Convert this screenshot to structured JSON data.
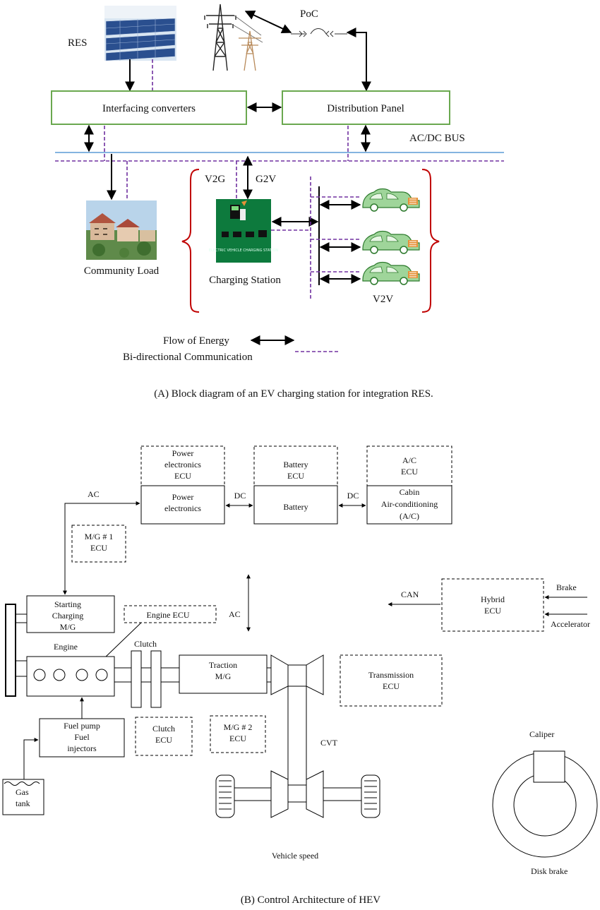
{
  "panel_a": {
    "labels": {
      "res": "RES",
      "poc": "PoC",
      "interfacing_converters": "Interfacing converters",
      "distribution_panel": "Distribution Panel",
      "acdc_bus": "AC/DC BUS",
      "v2g": "V2G",
      "g2v": "G2V",
      "community_load": "Community Load",
      "charging_station": "Charging Station",
      "v2v": "V2V",
      "station_sign": "ELECTRIC VEHICLE CHARGING STATION"
    },
    "legend": {
      "flow": "Flow of Energy",
      "comm": "Bi-directional Communication"
    },
    "caption": "(A) Block diagram of an EV charging station for integration RES."
  },
  "panel_b": {
    "labels": {
      "pe_ecu": [
        "Power",
        "electronics",
        "ECU"
      ],
      "battery_ecu": [
        "Battery",
        "ECU"
      ],
      "ac_ecu": [
        "A/C",
        "ECU"
      ],
      "power_electronics": [
        "Power",
        "electronics"
      ],
      "battery": "Battery",
      "cabin": [
        "Cabin",
        "Air-conditioning",
        "(A/C)"
      ],
      "ac_top": "AC",
      "dc1": "DC",
      "dc2": "DC",
      "mg1_ecu": [
        "M/G # 1",
        "ECU"
      ],
      "starting": [
        "Starting",
        "Charging",
        "M/G"
      ],
      "engine_ecu": "Engine ECU",
      "ac_mid": "AC",
      "can": "CAN",
      "hybrid_ecu": [
        "Hybrid",
        "ECU"
      ],
      "brake": "Brake",
      "accelerator": "Accelerator",
      "engine": "Engine",
      "clutch": "Clutch",
      "traction": [
        "Traction",
        "M/G"
      ],
      "transmission_ecu": [
        "Transmission",
        "ECU"
      ],
      "fuel_pump": [
        "Fuel pump",
        "Fuel",
        "injectors"
      ],
      "clutch_ecu": [
        "Clutch",
        "ECU"
      ],
      "mg2_ecu": [
        "M/G # 2",
        "ECU"
      ],
      "cvt": "CVT",
      "gas_tank": [
        "Gas",
        "tank"
      ],
      "vehicle_speed": "Vehicle speed",
      "caliper": "Caliper",
      "disk_brake": "Disk brake"
    },
    "caption": "(B) Control Architecture of HEV"
  },
  "colors": {
    "green_box": "#6aa84f",
    "bus_blue": "#5b9bd5",
    "comm_purple": "#7030a0",
    "brace_red": "#c00000"
  }
}
